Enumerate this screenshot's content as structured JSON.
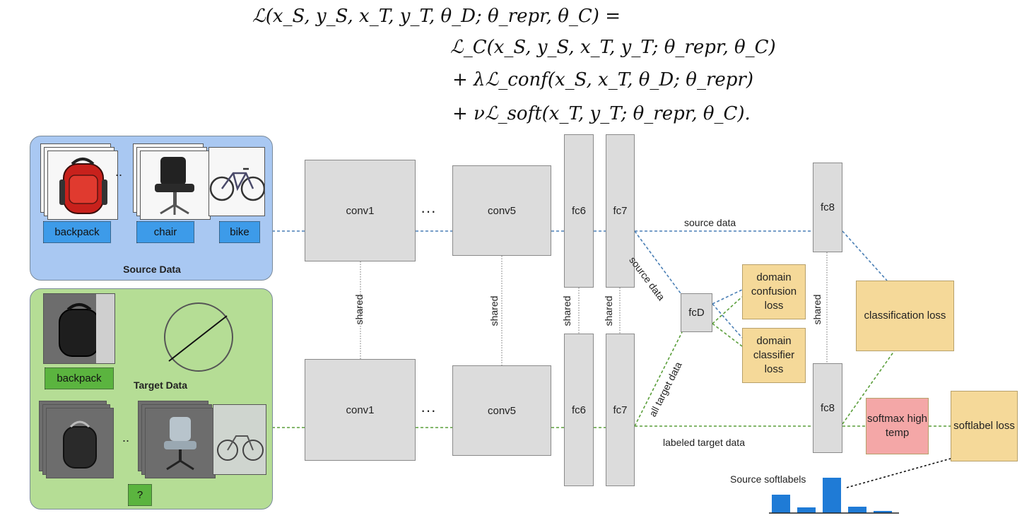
{
  "equation": {
    "line1": "ℒ(x_S, y_S, x_T, y_T, θ_D; θ_repr, θ_C) =",
    "line2": "ℒ_C(x_S, y_S, x_T, y_T; θ_repr, θ_C)",
    "line3": "+ λℒ_conf(x_S, x_T, θ_D; θ_repr)",
    "line4": "+ νℒ_soft(x_T, y_T; θ_repr, θ_C)."
  },
  "source_panel": {
    "title": "Source Data",
    "labels": [
      "backpack",
      "chair",
      "bike"
    ],
    "ellipsis": ".."
  },
  "target_panel": {
    "title": "Target Data",
    "label": "backpack",
    "unknown": "?",
    "ellipsis": ".."
  },
  "layers": {
    "conv1": "conv1",
    "conv5": "conv5",
    "fc6": "fc6",
    "fc7": "fc7",
    "fc8": "fc8",
    "fcD": "fcD",
    "dots": "···"
  },
  "losses": {
    "domain_confusion": "domain confusion loss",
    "domain_classifier": "domain classifier loss",
    "classification": "classification loss",
    "softmax": "softmax high temp",
    "softlabel": "softlabel loss"
  },
  "edge_labels": {
    "shared": "shared",
    "source_data": "source data",
    "source_data_diag": "source data",
    "all_target_data": "all target data",
    "labeled_target_data": "labeled target data"
  },
  "softlabels": {
    "title": "Source softlabels",
    "values": [
      0.52,
      0.16,
      1.0,
      0.18,
      0.06
    ],
    "color": "#1f7bd6"
  },
  "colors": {
    "source_panel": "#a9c8f2",
    "target_panel": "#b5dd95",
    "source_tag": "#3d9be9",
    "target_tag": "#5bb43f",
    "loss": "#f5d999",
    "softmax": "#f4a7a7",
    "source_line": "#4a7fb5",
    "target_line": "#5a9e3a"
  }
}
